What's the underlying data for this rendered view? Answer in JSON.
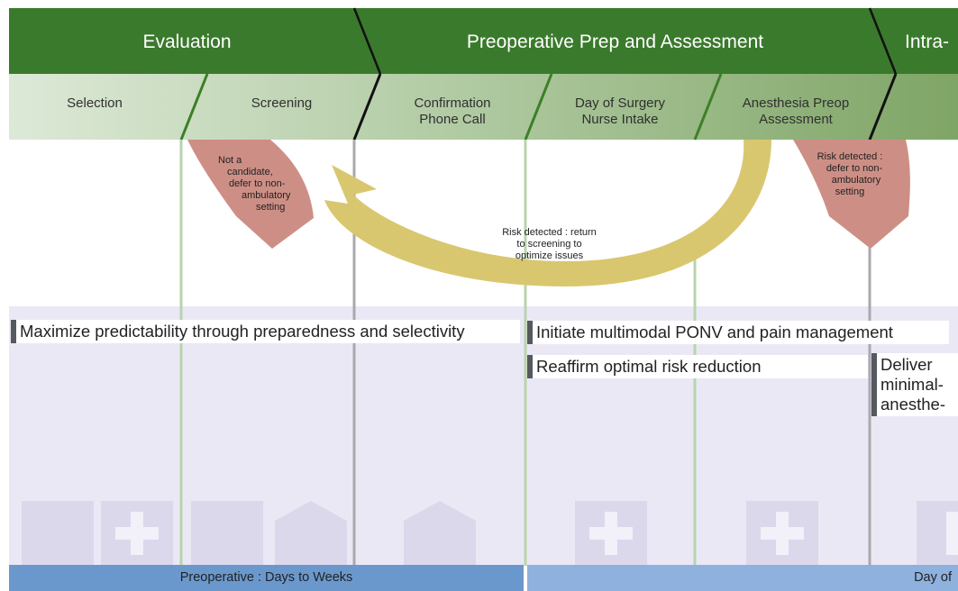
{
  "phases": [
    "Evaluation",
    "Preoperative Prep and Assessment",
    "Intra-"
  ],
  "steps": [
    {
      "lines": [
        "Selection"
      ]
    },
    {
      "lines": [
        "Screening"
      ]
    },
    {
      "lines": [
        "Confirmation",
        "Phone Call"
      ]
    },
    {
      "lines": [
        "Day of Surgery",
        "Nurse Intake"
      ]
    },
    {
      "lines": [
        "Anesthesia Preop",
        "Assessment"
      ]
    }
  ],
  "annotations": {
    "not_candidate": [
      "Not a",
      "candidate,",
      "defer to non-",
      "ambulatory",
      "setting"
    ],
    "risk_return": [
      "Risk detected : return",
      "to screening to",
      "optimize issues"
    ],
    "risk_defer": [
      "Risk detected :",
      "defer to non-",
      "ambulatory",
      "setting"
    ]
  },
  "goals": {
    "evaluation": "Maximize predictability through preparedness and selectivity",
    "initiate": "Initiate multimodal PONV and pain management",
    "reaffirm": "Reaffirm optimal risk reduction",
    "deliver": [
      "Deliver",
      "minimal-",
      "anesthe-"
    ]
  },
  "timeline": {
    "preoperative": "Preoperative : Days to Weeks",
    "day_of": "Day of"
  },
  "colors": {
    "phase_green": "#3a7a2c",
    "step_light": "#dbe8d5",
    "step_dark": "#84a96c",
    "red_arrow": "#cd8f85",
    "yellow_arrow": "#d9c76f",
    "lavender": "#ebe8f5",
    "bar_dark_blue": "#6b98cc",
    "bar_light_blue": "#8fb1de"
  },
  "icons": [
    "building-icon",
    "medical-cross-icon",
    "house-icon"
  ]
}
